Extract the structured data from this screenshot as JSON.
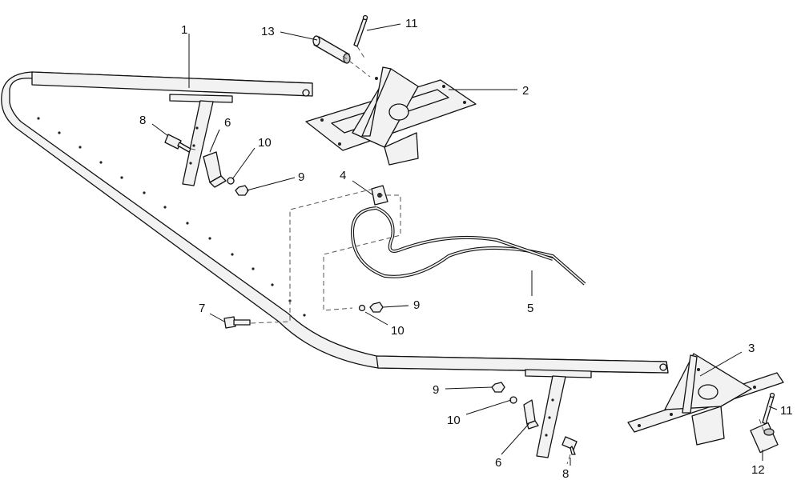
{
  "callouts": {
    "c1": "1",
    "c2": "2",
    "c3": "3",
    "c4": "4",
    "c5": "5",
    "c6a": "6",
    "c6b": "6",
    "c7": "7",
    "c8a": "8",
    "c8b": "8",
    "c9a": "9",
    "c9b": "9",
    "c9c": "9",
    "c10a": "10",
    "c10b": "10",
    "c10c": "10",
    "c11a": "11",
    "c11b": "11",
    "c12": "12",
    "c13": "13"
  }
}
